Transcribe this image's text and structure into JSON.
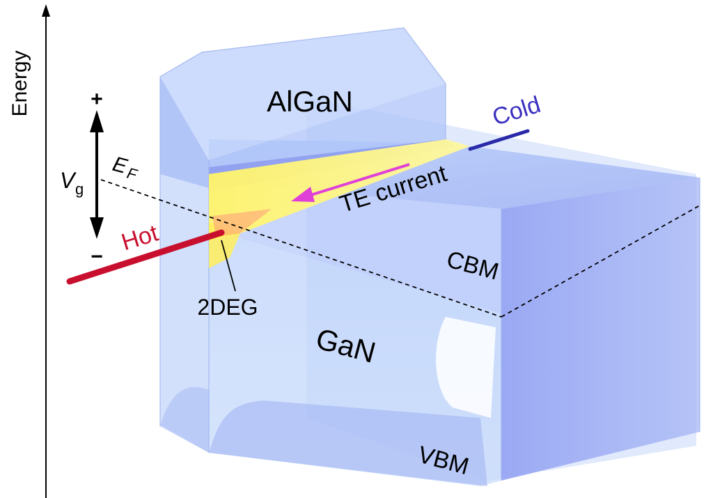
{
  "labels": {
    "energy": "Energy",
    "algan": "AlGaN",
    "gan": "GaN",
    "cold": "Cold",
    "hot": "Hot",
    "te_current": "TE current",
    "cbm": "CBM",
    "vbm": "VBM",
    "twodeg": "2DEG",
    "vg_main": "V",
    "vg_sub": "g",
    "ef_main": "E",
    "ef_sub": "F",
    "plus": "+",
    "minus": "−"
  },
  "colors": {
    "hot": "#c8102e",
    "cold": "#3a2fc0",
    "te_arrow": "#e040d8",
    "twodeg": "#ffef5a",
    "box_light": "#cfe0fb",
    "box_mid": "#a9c2f5",
    "box_dark": "#8c9cf0"
  }
}
